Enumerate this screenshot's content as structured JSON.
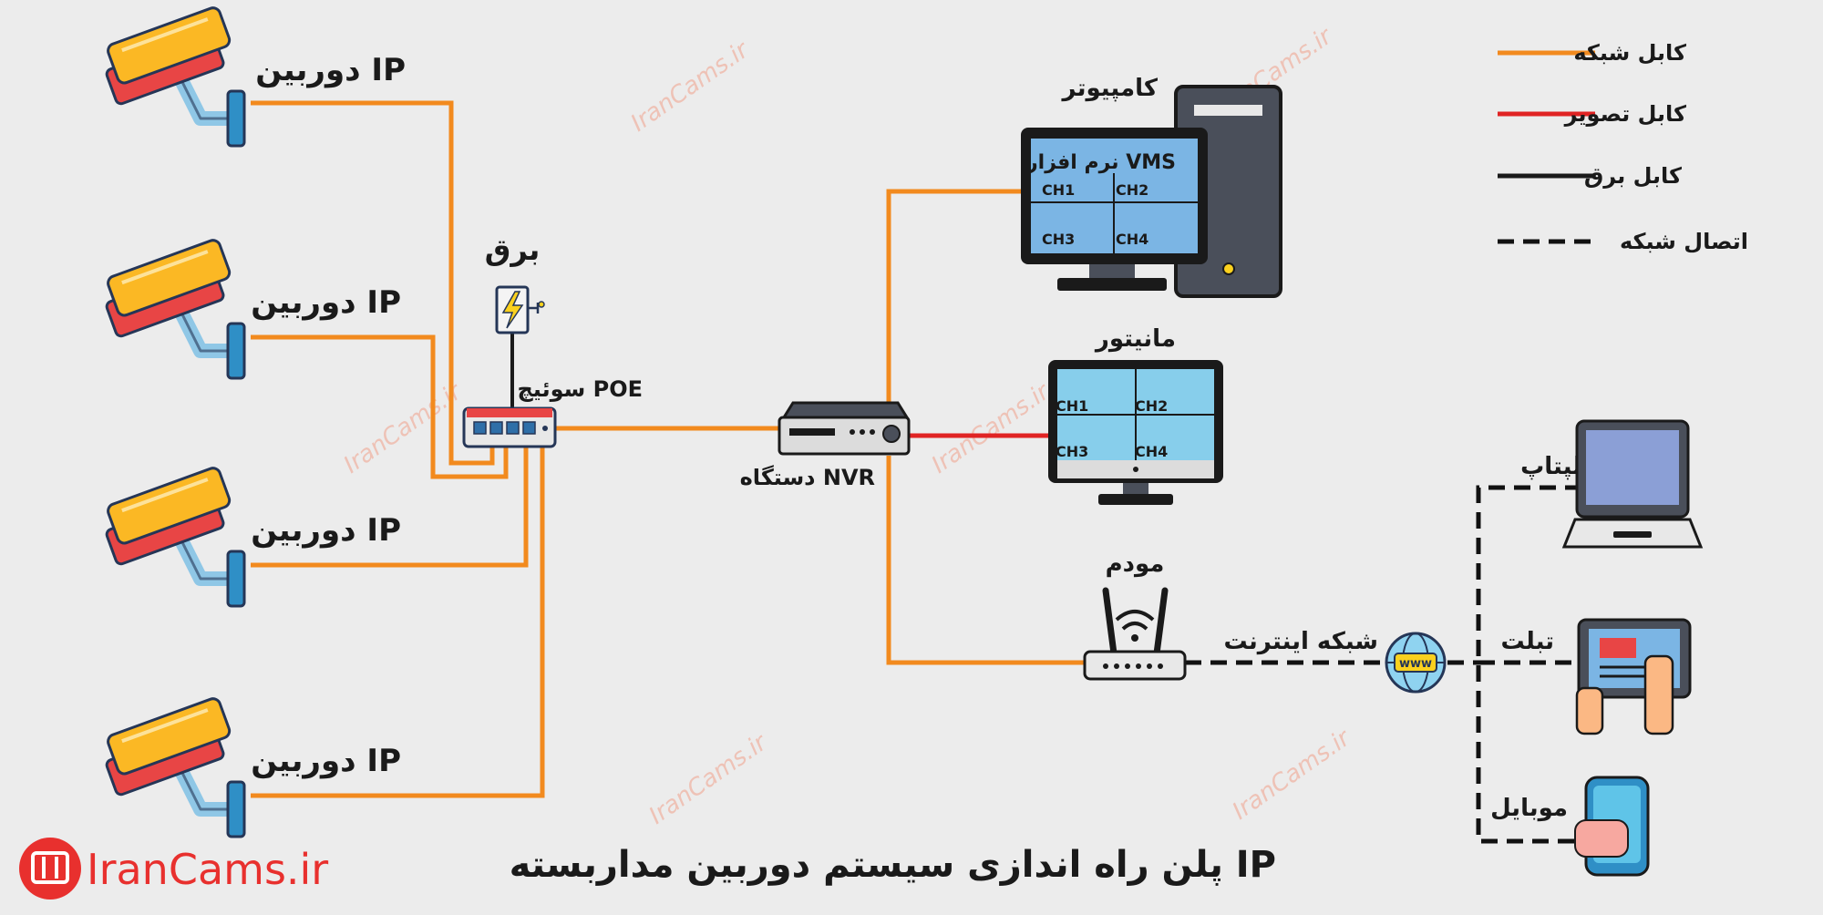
{
  "title": "پلن راه اندازی سیستم دوربین مداربسته IP",
  "brand": {
    "logo_text": "IranCams.ir",
    "watermark": "IranCams.ir",
    "color": "#e8302e"
  },
  "colors": {
    "network_cable": "#f28a1e",
    "video_cable": "#e02424",
    "power_cable": "#1a1a1a",
    "background": "#ececec"
  },
  "legend": [
    {
      "label": "کابل شبکه",
      "style": "network"
    },
    {
      "label": "کابل تصویر",
      "style": "video"
    },
    {
      "label": "کابل برق",
      "style": "power"
    },
    {
      "label": "اتصال شبکه",
      "style": "connection"
    }
  ],
  "cameras": [
    {
      "label": "دوربین IP",
      "icon": "cctv-camera-icon"
    },
    {
      "label": "دوربین IP",
      "icon": "cctv-camera-icon"
    },
    {
      "label": "دوربین IP",
      "icon": "cctv-camera-icon"
    },
    {
      "label": "دوربین IP",
      "icon": "cctv-camera-icon"
    }
  ],
  "power": {
    "label": "برق",
    "icon": "power-outlet-icon"
  },
  "switch": {
    "label": "سوئیچ POE",
    "icon": "network-switch-icon"
  },
  "nvr": {
    "label": "دستگاه NVR",
    "icon": "nvr-recorder-icon"
  },
  "computer": {
    "label": "کامپیوتر",
    "software": "نرم افزار VMS",
    "channels": [
      "CH1",
      "CH2",
      "CH3",
      "CH4"
    ],
    "icon": "desktop-computer-icon"
  },
  "monitor": {
    "label": "مانیتور",
    "channels": [
      "CH1",
      "CH2",
      "CH3",
      "CH4"
    ],
    "icon": "monitor-icon"
  },
  "modem": {
    "label": "مودم",
    "icon": "wifi-router-icon"
  },
  "internet": {
    "label": "شبکه اینترنت",
    "globe_text": "www",
    "icon": "globe-icon"
  },
  "clients": [
    {
      "label": "لپتاپ",
      "icon": "laptop-icon"
    },
    {
      "label": "تبلت",
      "icon": "tablet-icon"
    },
    {
      "label": "موبایل",
      "icon": "mobile-phone-icon"
    }
  ]
}
